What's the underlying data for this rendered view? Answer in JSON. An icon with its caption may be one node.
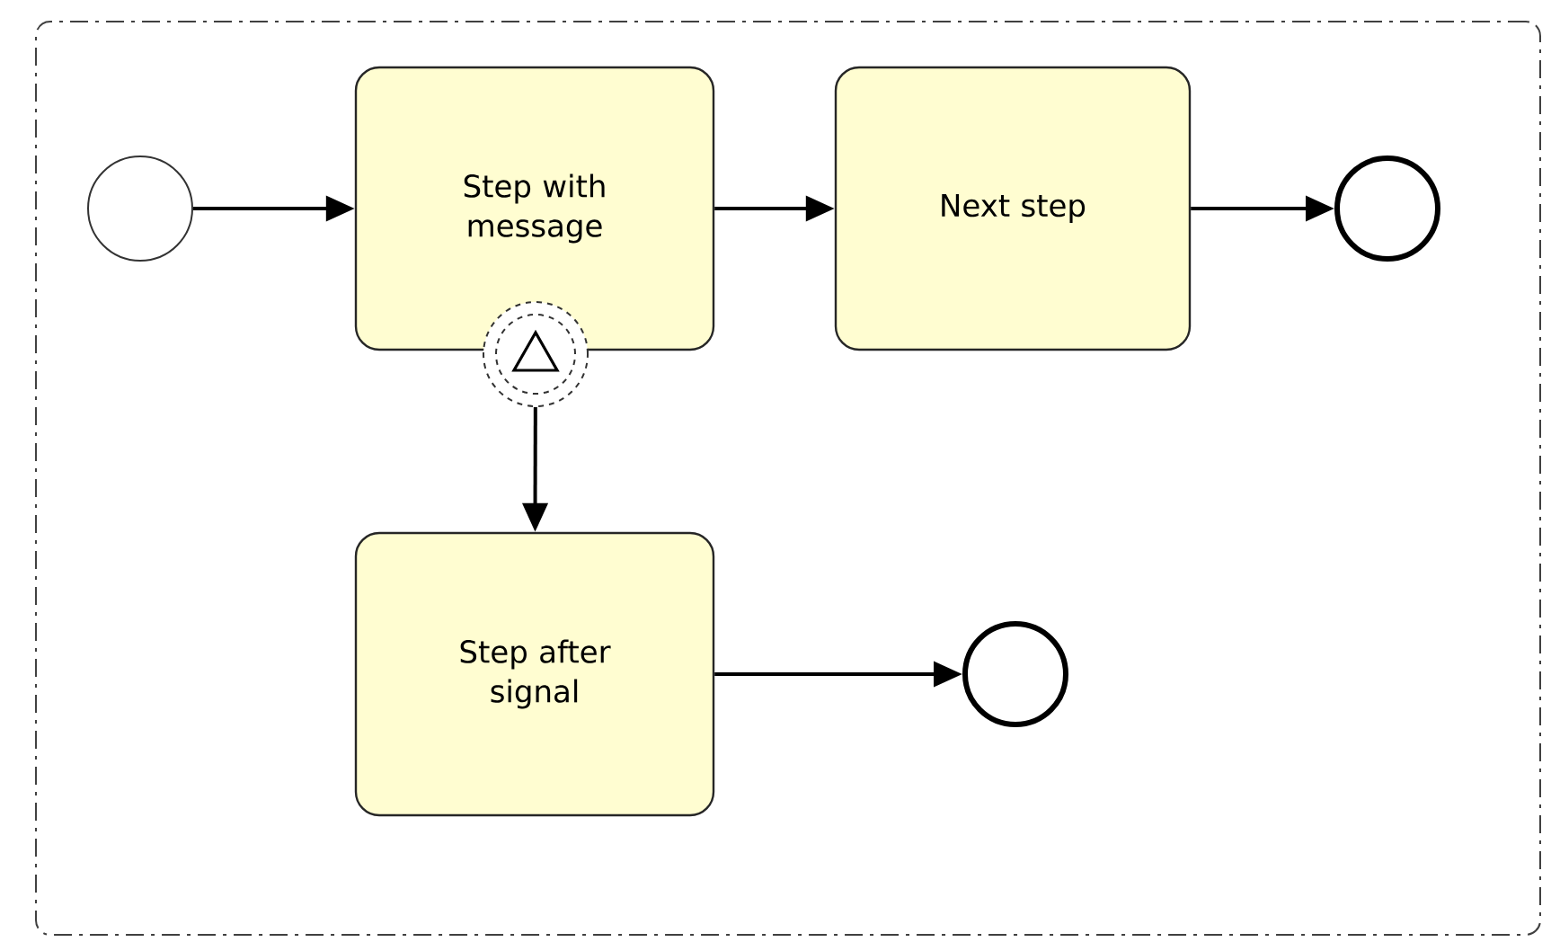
{
  "diagram": {
    "nodes": [
      {
        "text": [],
        "shape": "box"
      },
      {
        "text": [],
        "shape": "circle",
        "in": 0
      },
      {
        "text": [
          "Step with message"
        ],
        "in": 0
      },
      {
        "text": [
          "Next step"
        ],
        "in": 0
      },
      {
        "text": [],
        "shape": "circle",
        "in": 0
      },
      {
        "text": [],
        "shape": "circle",
        "in": 0
      },
      {
        "text": [
          "Step after signal"
        ],
        "in": 0
      },
      {
        "text": [],
        "shape": "circle",
        "in": 0
      }
    ],
    "edges": [
      {
        "from": 1,
        "to": 2,
        "arrow": "to"
      },
      {
        "from": 2,
        "to": 3,
        "arrow": "to"
      },
      {
        "from": 3,
        "to": 4,
        "arrow": "to"
      },
      {
        "from": 5,
        "to": 6,
        "arrow": "to"
      },
      {
        "from": 6,
        "to": 7,
        "arrow": "to"
      }
    ]
  }
}
